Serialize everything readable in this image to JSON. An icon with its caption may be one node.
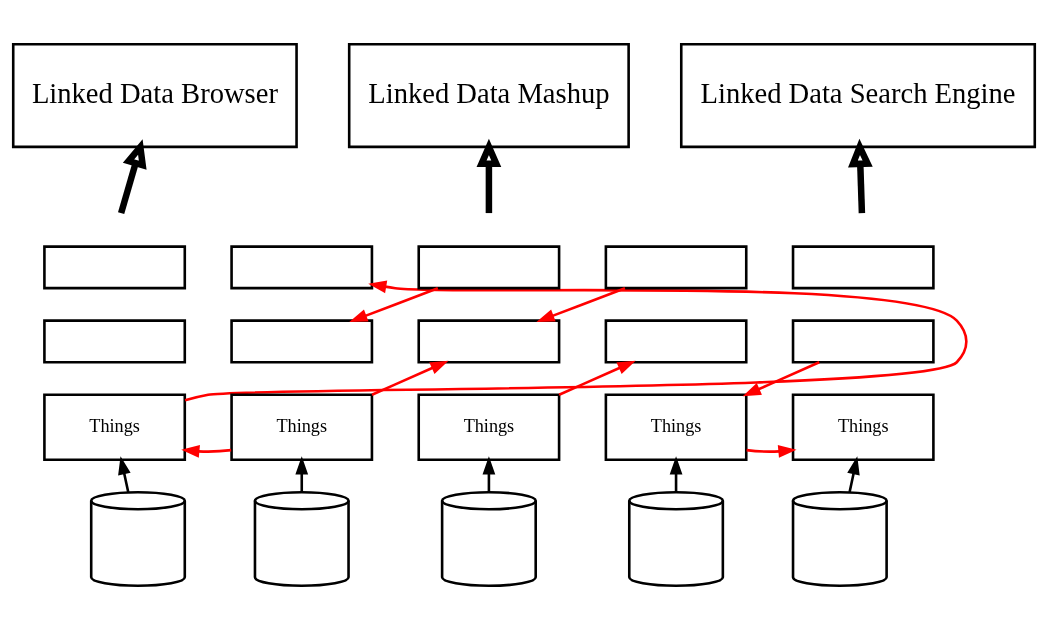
{
  "diagram": {
    "nodes": [
      {
        "text": [
          "Linked Data Browser"
        ]
      },
      {
        "text": [
          "Linked Data Mashup"
        ]
      },
      {
        "text": [
          "Linked Data Search Engine"
        ]
      },
      {
        "text": [],
        "shape": "box"
      },
      {
        "text": [],
        "shape": "box"
      },
      {
        "text": [
          "Things"
        ]
      },
      {
        "text": [],
        "shape": "box"
      },
      {
        "text": [],
        "shape": "box"
      },
      {
        "text": [
          "Things"
        ]
      },
      {
        "text": [],
        "shape": "box"
      },
      {
        "text": [],
        "shape": "box"
      },
      {
        "text": [
          "Things"
        ]
      },
      {
        "text": [],
        "shape": "box"
      },
      {
        "text": [],
        "shape": "box"
      },
      {
        "text": [
          "Things"
        ]
      },
      {
        "text": [],
        "shape": "box"
      },
      {
        "text": [],
        "shape": "box"
      },
      {
        "text": [
          "Things"
        ]
      },
      {
        "text": [],
        "shape": "cylinder"
      },
      {
        "text": [],
        "shape": "cylinder"
      },
      {
        "text": [],
        "shape": "cylinder"
      },
      {
        "text": [],
        "shape": "cylinder"
      },
      {
        "text": [],
        "shape": "cylinder"
      }
    ],
    "edges": [
      {
        "from": null,
        "to": 0,
        "arrow": "to",
        "style": "thick",
        "color": "#000000"
      },
      {
        "from": null,
        "to": 1,
        "arrow": "to",
        "style": "thick",
        "color": "#000000"
      },
      {
        "from": null,
        "to": 2,
        "arrow": "to",
        "style": "thick",
        "color": "#000000"
      },
      {
        "from": 5,
        "to": 6,
        "arrow": "to",
        "color": "#ff0000"
      },
      {
        "from": 8,
        "to": 5,
        "arrow": "to",
        "color": "#ff0000"
      },
      {
        "from": 8,
        "to": 10,
        "arrow": "to",
        "color": "#ff0000"
      },
      {
        "from": 9,
        "to": 7,
        "arrow": "to",
        "color": "#ff0000"
      },
      {
        "from": 11,
        "to": 13,
        "arrow": "to",
        "color": "#ff0000"
      },
      {
        "from": 12,
        "to": 10,
        "arrow": "to",
        "color": "#ff0000"
      },
      {
        "from": 14,
        "to": 17,
        "arrow": "to",
        "color": "#ff0000"
      },
      {
        "from": 16,
        "to": 14,
        "arrow": "to",
        "color": "#ff0000"
      },
      {
        "from": 18,
        "to": 5,
        "arrow": "to",
        "color": "#000000"
      },
      {
        "from": 19,
        "to": 8,
        "arrow": "to",
        "color": "#000000"
      },
      {
        "from": 20,
        "to": 11,
        "arrow": "to",
        "color": "#000000"
      },
      {
        "from": 21,
        "to": 14,
        "arrow": "to",
        "color": "#000000"
      },
      {
        "from": 22,
        "to": 17,
        "arrow": "to",
        "color": "#000000"
      }
    ]
  }
}
